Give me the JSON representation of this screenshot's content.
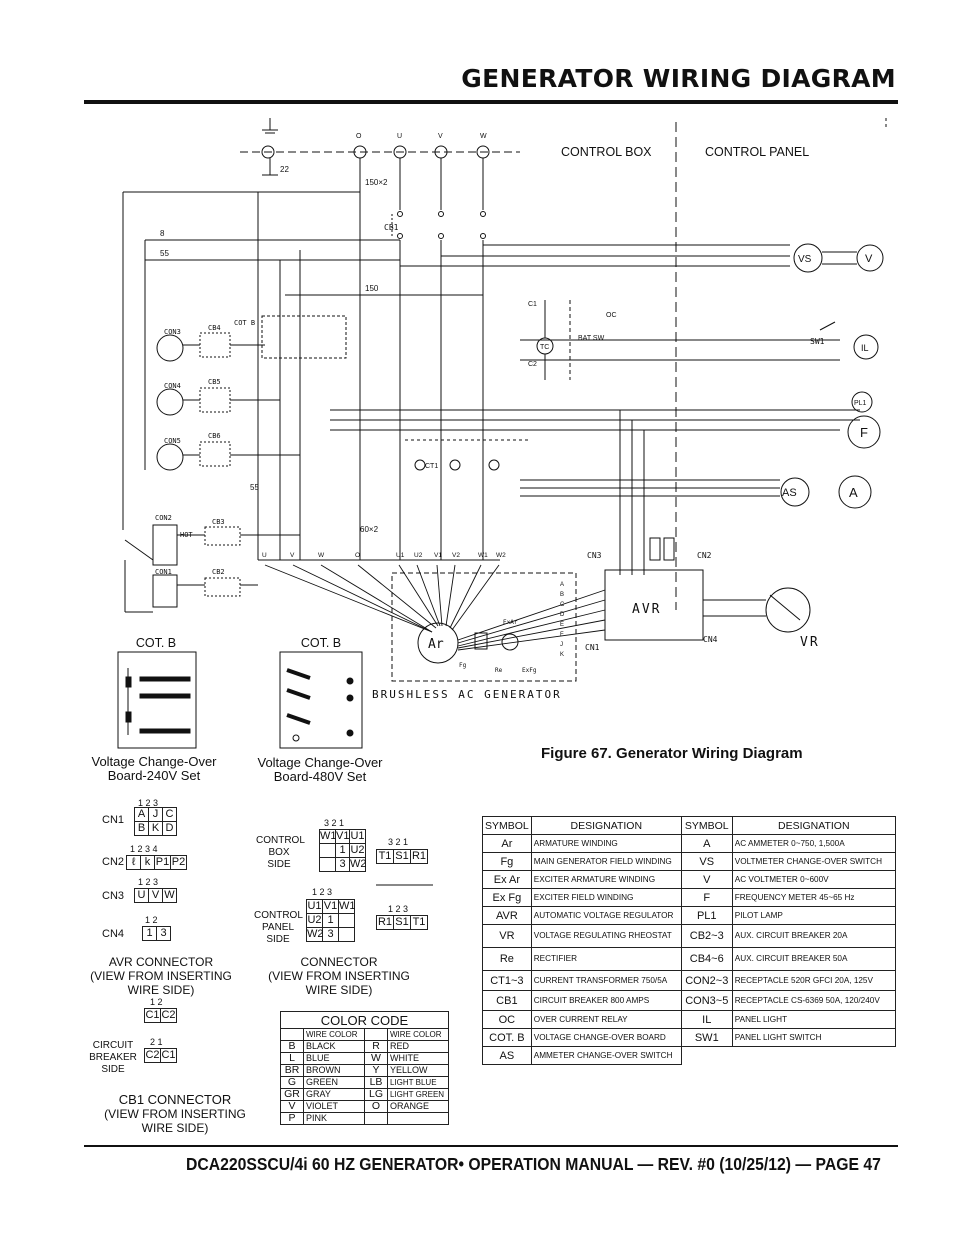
{
  "header": {
    "title": "GENERATOR WIRING DIAGRAM"
  },
  "diagram": {
    "top_terminals": [
      "O",
      "U",
      "V",
      "W"
    ],
    "zone_left": "CONTROL BOX",
    "zone_right": "CONTROL PANEL",
    "wire_labels": [
      "22",
      "150×2",
      "150",
      "8",
      "55",
      "55",
      "60×2"
    ],
    "components": {
      "cb1": "CB1",
      "con3": "CON3",
      "con4": "CON4",
      "con5": "CON5",
      "cb4": "CB4",
      "cb5": "CB5",
      "cb6": "CB6",
      "cotb": "COT B",
      "con2": "CON2",
      "con1": "CON1",
      "cb3": "CB3",
      "cb2": "CB2",
      "hot": "HOT",
      "vs": "VS",
      "v": "V",
      "sw1": "SW1",
      "il": "IL",
      "pl1": "PL1",
      "f": "F",
      "as": "AS",
      "a": "A",
      "avr": "AVR",
      "vr": "VR",
      "ar": "Ar",
      "fg": "Fg",
      "re": "Re",
      "exar": "ExAr",
      "exfg": "ExFg",
      "cn1": "CN1",
      "cn2": "CN2",
      "cn3": "CN3",
      "cn4": "CN4",
      "oc": "OC",
      "c1": "C1",
      "c2": "C2",
      "tc": "TC",
      "batsw": "BAT SW",
      "ct1": "CT1",
      "gen": "BRUSHLESS AC GENERATOR",
      "pins": [
        "A",
        "B",
        "C",
        "D",
        "E",
        "F",
        "J",
        "K"
      ],
      "bottom_wires": [
        "U",
        "V",
        "W",
        "O",
        "U1",
        "U2",
        "V1",
        "V2",
        "W1",
        "W2"
      ]
    },
    "board_label_left": "COT. B",
    "board_label_right": "COT. B",
    "board_240_caption": "Voltage Change-Over\nBoard-240V Set",
    "board_480_caption": "Voltage Change-Over\nBoard-480V Set"
  },
  "figure": {
    "caption": "Figure 67. Generator Wiring Diagram"
  },
  "connectors": {
    "cn1": {
      "label": "CN1",
      "nums": "1  2  3",
      "row1": [
        "A",
        "J",
        "C"
      ],
      "row2": [
        "B",
        "K",
        "D"
      ]
    },
    "cn2": {
      "label": "CN2",
      "nums": "1  2  3  4",
      "row": [
        "ℓ",
        "k",
        "P1",
        "P2"
      ]
    },
    "cn3": {
      "label": "CN3",
      "nums": "1  2  3",
      "row": [
        "U",
        "V",
        "W"
      ]
    },
    "cn4": {
      "label": "CN4",
      "nums": "1  2",
      "row": [
        "1",
        "3"
      ]
    },
    "avr_caption": "AVR CONNECTOR\n(VIEW FROM INSERTING\nWIRE SIDE)",
    "box_side": "CONTROL\nBOX\nSIDE",
    "panel_side": "CONTROL\nPANEL\nSIDE",
    "connector_caption": "CONNECTOR\n(VIEW FROM INSERTING\nWIRE SIDE)",
    "box_grid": {
      "nums": "3  2  1",
      "r1": [
        "W1",
        "V1",
        "U1"
      ],
      "r2": [
        "",
        "1",
        "U2"
      ],
      "r3": [
        "",
        "3",
        "W2"
      ]
    },
    "box_small": {
      "nums": "3  2  1",
      "row": [
        "T1",
        "S1",
        "R1"
      ]
    },
    "panel_grid": {
      "nums": "1  2  3",
      "r1": [
        "U1",
        "V1",
        "W1"
      ],
      "r2": [
        "U2",
        "1",
        ""
      ],
      "r3": [
        "W2",
        "3",
        ""
      ]
    },
    "panel_small": {
      "nums": "1  2  3",
      "row": [
        "R1",
        "S1",
        "T1"
      ]
    },
    "cb1_nums_top": "1  2",
    "cb1_top": [
      "C1",
      "C2"
    ],
    "cb1_nums_bot": "2  1",
    "cb1_bot": [
      "C2",
      "C1"
    ],
    "breaker_side": "CIRCUIT\nBREAKER\nSIDE",
    "cb1_caption": "CB1 CONNECTOR",
    "cb1_sub": "(VIEW FROM INSERTING\nWIRE SIDE)"
  },
  "color_code": {
    "title": "COLOR CODE",
    "header": "WIRE COLOR",
    "left": [
      [
        "B",
        "BLACK"
      ],
      [
        "L",
        "BLUE"
      ],
      [
        "BR",
        "BROWN"
      ],
      [
        "G",
        "GREEN"
      ],
      [
        "GR",
        "GRAY"
      ],
      [
        "V",
        "VIOLET"
      ],
      [
        "P",
        "PINK"
      ]
    ],
    "right": [
      [
        "R",
        "RED"
      ],
      [
        "W",
        "WHITE"
      ],
      [
        "Y",
        "YELLOW"
      ],
      [
        "LB",
        "LIGHT BLUE"
      ],
      [
        "LG",
        "LIGHT GREEN"
      ],
      [
        "O",
        "ORANGE"
      ],
      [
        "",
        ""
      ]
    ]
  },
  "symbols": {
    "head": [
      "SYMBOL",
      "DESIGNATION",
      "SYMBOL",
      "DESIGNATION"
    ],
    "rows": [
      [
        "Ar",
        "ARMATURE WINDING",
        "A",
        "AC AMMETER 0~750, 1,500A"
      ],
      [
        "Fg",
        "MAIN GENERATOR FIELD WINDING",
        "VS",
        "VOLTMETER CHANGE-OVER SWITCH"
      ],
      [
        "Ex Ar",
        "EXCITER ARMATURE WINDING",
        "V",
        "AC VOLTMETER 0~600V"
      ],
      [
        "Ex Fg",
        "EXCITER FIELD WINDING",
        "F",
        "FREQUENCY METER 45~65 Hz"
      ],
      [
        "AVR",
        "AUTOMATIC VOLTAGE REGULATOR",
        "PL1",
        "PILOT LAMP"
      ],
      [
        "VR",
        "VOLTAGE REGULATING RHEOSTAT",
        "CB2~3",
        "AUX. CIRCUIT BREAKER 20A"
      ],
      [
        "Re",
        "RECTIFIER",
        "CB4~6",
        "AUX. CIRCUIT BREAKER 50A"
      ],
      [
        "CT1~3",
        "CURRENT TRANSFORMER 750/5A",
        "CON2~3",
        "RECEPTACLE 520R GFCI 20A, 125V"
      ],
      [
        "CB1",
        "CIRCUIT BREAKER 800 AMPS",
        "CON3~5",
        "RECEPTACLE CS-6369 50A, 120/240V"
      ],
      [
        "OC",
        "OVER CURRENT RELAY",
        "IL",
        "PANEL LIGHT"
      ],
      [
        "COT. B",
        "VOLTAGE CHANGE-OVER BOARD",
        "SW1",
        "PANEL LIGHT SWITCH"
      ],
      [
        "AS",
        "AMMETER CHANGE-OVER SWITCH",
        "",
        ""
      ]
    ]
  },
  "footer": {
    "text": "DCA220SSCU/4i 60 HZ GENERATOR• OPERATION MANUAL — REV. #0 (10/25/12) — PAGE 47"
  }
}
